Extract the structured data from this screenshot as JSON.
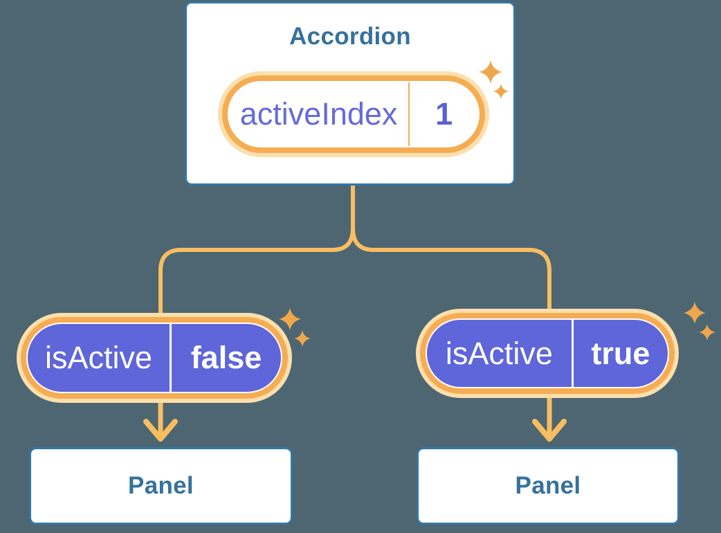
{
  "colors": {
    "background": "#4D6672",
    "card_border_blue": "#3377A6",
    "heading_text_blue": "#35719D",
    "pill_ring_orange": "#F5AC52",
    "pill_glow": "#FBDFAC",
    "connector_orange": "#F8BE62",
    "sparkle_orange": "#F0A74C",
    "state_pill_fill_indigo": "#5F66D9",
    "state_text_indigo": "#666BD8",
    "state_text_on_fill": "#FFFFFF"
  },
  "icons": {
    "sparkle": "four-point-star-sparkle-icon",
    "arrow": "down-arrow-icon"
  },
  "diagram": {
    "root": {
      "title": "Accordion",
      "state": {
        "name": "activeIndex",
        "value": "1"
      }
    },
    "children": [
      {
        "state": {
          "name": "isActive",
          "value": "false"
        },
        "panel_title": "Panel"
      },
      {
        "state": {
          "name": "isActive",
          "value": "true"
        },
        "panel_title": "Panel"
      }
    ]
  }
}
